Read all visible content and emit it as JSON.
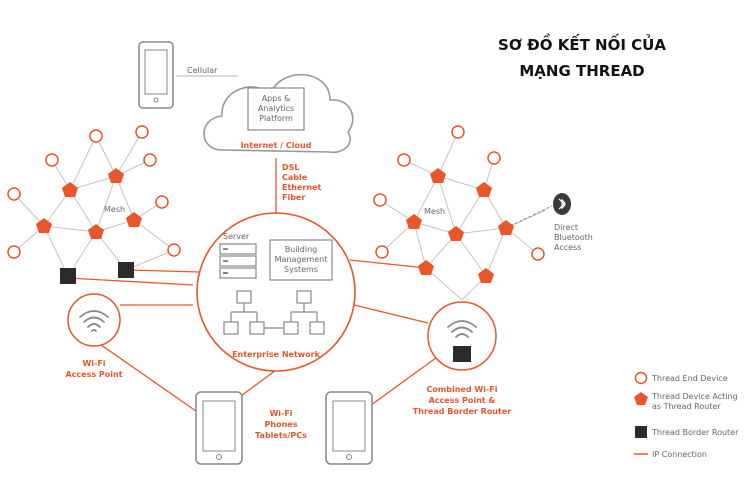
{
  "title": {
    "line1": "SƠ ĐỒ KẾT NỐI CỦA",
    "line2": "MẠNG THREAD"
  },
  "colors": {
    "accent": "#e8562a",
    "gray_line": "#c4c4c4",
    "router_fill": "#2b2b2b",
    "text_gray": "#666666"
  },
  "labels": {
    "cellular": "Cellular",
    "cloud_line1": "Apps &",
    "cloud_line2": "Analytics",
    "cloud_line3": "Platform",
    "internet_cloud": "Internet / Cloud",
    "dsl": "DSL",
    "cable": "Cable",
    "ethernet": "Ethernet",
    "fiber": "Fiber",
    "mesh_left": "Mesh",
    "mesh_right": "Mesh",
    "server": "Server",
    "bms_line1": "Building",
    "bms_line2": "Management",
    "bms_line3": "Systems",
    "enterprise_network": "Enterprise Network",
    "wifi_ap_line1": "Wi-Fi",
    "wifi_ap_line2": "Access Point",
    "devices_line1": "Wi-Fi",
    "devices_line2": "Phones",
    "devices_line3": "Tablets/PCs",
    "combined_line1": "Combined Wi-Fi",
    "combined_line2": "Access Point &",
    "combined_line3": "Thread Border Router",
    "bt_line1": "Direct",
    "bt_line2": "Bluetooth",
    "bt_line3": "Access"
  },
  "legend": [
    {
      "icon": "circle-outline-icon",
      "text1": "Thread End Device",
      "text2": ""
    },
    {
      "icon": "pentagon-icon",
      "text1": "Thread Device Acting",
      "text2": "as Thread Router"
    },
    {
      "icon": "square-icon",
      "text1": "Thread Border Router",
      "text2": ""
    },
    {
      "icon": "line-icon",
      "text1": "IP Connection",
      "text2": ""
    }
  ]
}
